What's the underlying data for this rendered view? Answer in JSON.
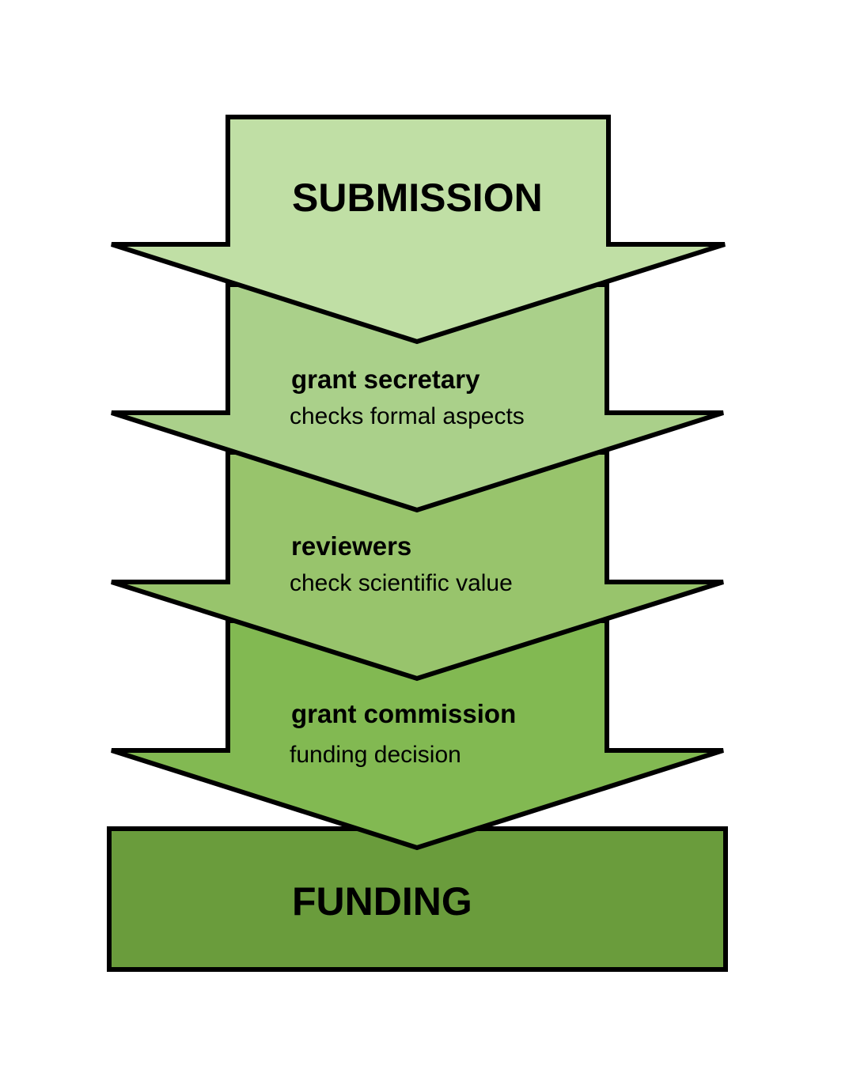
{
  "diagram": {
    "type": "process-flow",
    "stages": [
      {
        "id": "submission",
        "title": "SUBMISSION",
        "color": "#c0dfa5"
      },
      {
        "id": "grant-secretary",
        "title": "grant secretary",
        "description": "checks formal aspects",
        "color": "#aad08a"
      },
      {
        "id": "reviewers",
        "title": "reviewers",
        "description": "check scientific value",
        "color": "#98c46c"
      },
      {
        "id": "grant-commission",
        "title": "grant commission",
        "description": "funding decision",
        "color": "#82b952"
      }
    ],
    "outcome": {
      "id": "funding",
      "title": "FUNDING",
      "color": "#6a9c3c"
    },
    "stroke_color": "#000000"
  }
}
